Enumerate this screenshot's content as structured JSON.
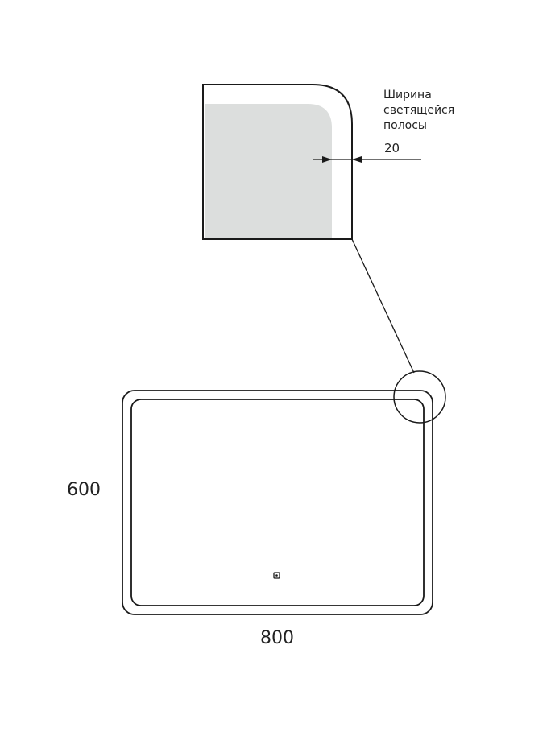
{
  "detail": {
    "label_lines": [
      "Ширина",
      "светящейся",
      "полосы"
    ],
    "strip_width": "20"
  },
  "dimensions": {
    "height": "600",
    "width": "800"
  },
  "colors": {
    "stroke": "#1a1a1a",
    "glow_fill": "#dcdedd"
  }
}
